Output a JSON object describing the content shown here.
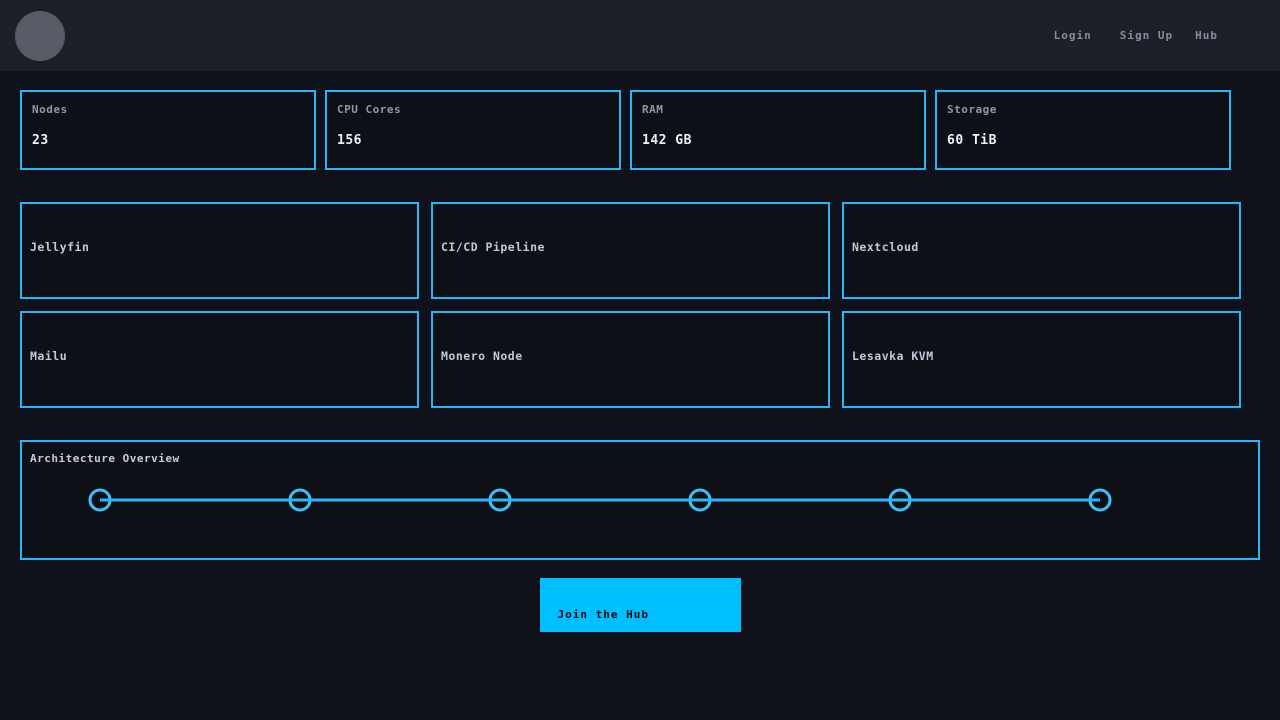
{
  "header": {
    "nav": [
      {
        "label": "Login"
      },
      {
        "label": "Sign Up"
      },
      {
        "label": "Hub"
      }
    ]
  },
  "stats": [
    {
      "label": "Nodes",
      "value": "23"
    },
    {
      "label": "CPU Cores",
      "value": "156"
    },
    {
      "label": "RAM",
      "value": "142 GB"
    },
    {
      "label": "Storage",
      "value": "60 TiB"
    }
  ],
  "services": [
    {
      "name": "Jellyfin"
    },
    {
      "name": "CI/CD Pipeline"
    },
    {
      "name": "Nextcloud"
    },
    {
      "name": "Mailu"
    },
    {
      "name": "Monero Node"
    },
    {
      "name": "Lesavka KVM"
    }
  ],
  "architecture": {
    "title": "Architecture Overview",
    "node_count": 6
  },
  "cta": {
    "label": "Join the Hub"
  },
  "colors": {
    "accent": "#29b6f6",
    "accent_bright": "#00bfff",
    "button_bg": "#00bfff",
    "header_bg": "#1d2028",
    "page_bg": "#0f121b",
    "card_bg": "#0d1017"
  }
}
